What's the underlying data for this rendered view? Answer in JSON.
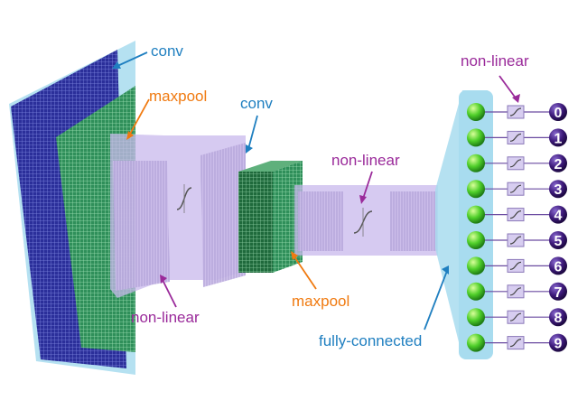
{
  "labels": {
    "conv_1": "conv",
    "maxpool_1": "maxpool",
    "conv_2": "conv",
    "nonlinear_top": "non-linear",
    "nonlinear_mid": "non-linear",
    "nonlinear_bottom": "non-linear",
    "maxpool_2": "maxpool",
    "fully_connected": "fully-connected"
  },
  "outputs": [
    "0",
    "1",
    "2",
    "3",
    "4",
    "5",
    "6",
    "7",
    "8",
    "9"
  ],
  "colors": {
    "conv_label": "#1f7fc0",
    "maxpool_label": "#f07a10",
    "nonlinear_label": "#9a2a9a",
    "fc_label": "#1f7fc0",
    "input_blue": "#2b2f9a",
    "feature_green": "#2f8f5a",
    "lavender": "#c8b8ec",
    "light_blue": "#a8dcef",
    "node_green": "#4fcf2a",
    "output_purple": "#3d1a7a"
  }
}
